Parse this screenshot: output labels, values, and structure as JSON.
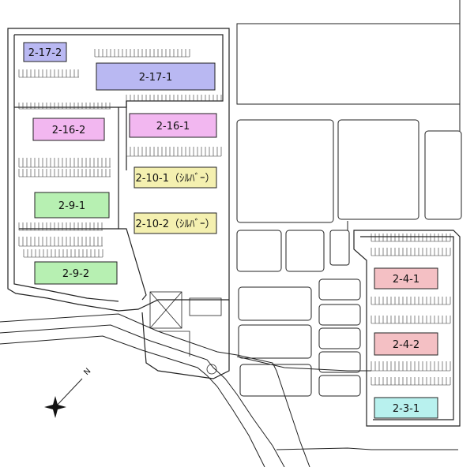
{
  "colors": {
    "line": "#222222",
    "road_fill": "#ffffff",
    "violet": "#b9b8f2",
    "pink": "#f2b7f0",
    "yellow": "#f4f0b0",
    "green": "#b7f0b2",
    "salmon": "#f4c0c4",
    "cyan": "#b8f1ee"
  },
  "buildings": [
    {
      "id": "b-2-17-2",
      "label": "2-17-2",
      "color": "violet"
    },
    {
      "id": "b-2-17-1",
      "label": "2-17-1",
      "color": "violet"
    },
    {
      "id": "b-2-16-2",
      "label": "2-16-2",
      "color": "pink"
    },
    {
      "id": "b-2-16-1",
      "label": "2-16-1",
      "color": "pink"
    },
    {
      "id": "b-2-10-1",
      "label": "2-10-1（ｼﾙﾊﾞｰ）",
      "color": "yellow"
    },
    {
      "id": "b-2-10-2",
      "label": "2-10-2（ｼﾙﾊﾞｰ）",
      "color": "yellow"
    },
    {
      "id": "b-2-9-1",
      "label": "2-9-1",
      "color": "green"
    },
    {
      "id": "b-2-9-2",
      "label": "2-9-2",
      "color": "green"
    },
    {
      "id": "b-2-4-1",
      "label": "2-4-1",
      "color": "salmon"
    },
    {
      "id": "b-2-4-2",
      "label": "2-4-2",
      "color": "salmon"
    },
    {
      "id": "b-2-3-1",
      "label": "2-3-1",
      "color": "cyan"
    }
  ],
  "compass": {
    "label": "N",
    "icon": "compass-star-icon"
  }
}
